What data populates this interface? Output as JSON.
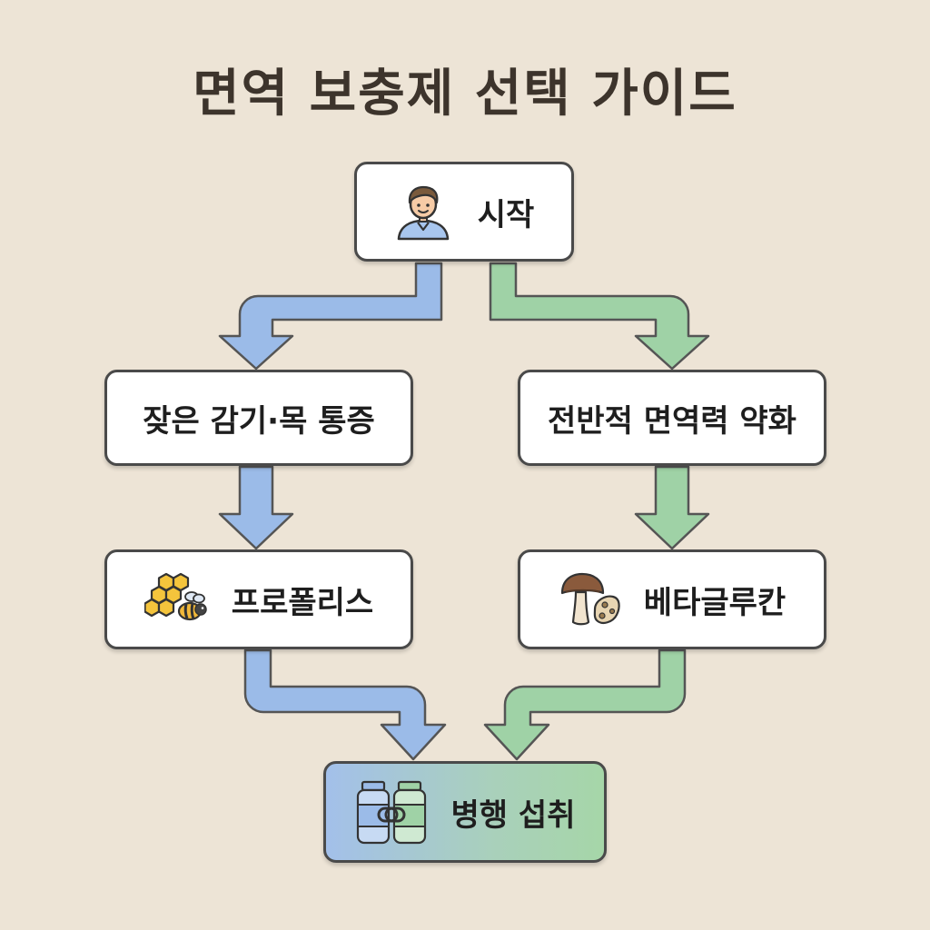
{
  "title": "면역 보충제 선택 가이드",
  "nodes": {
    "start": "시작",
    "frequent_cold": "잦은 감기·목 통증",
    "general_weakness": "전반적 면역력 약화",
    "propolis": "프로폴리스",
    "beta_glucan": "베타글루칸",
    "combined": "병행 섭취"
  },
  "colors": {
    "background": "#ede4d6",
    "left_path": "#9bbbe8",
    "right_path": "#9fd2a6",
    "outline": "#4a4a4a"
  },
  "icons": {
    "start": "person-icon",
    "propolis": "honeycomb-bee-icon",
    "beta_glucan": "mushroom-icon",
    "combined": "supplement-bottles-icon"
  }
}
